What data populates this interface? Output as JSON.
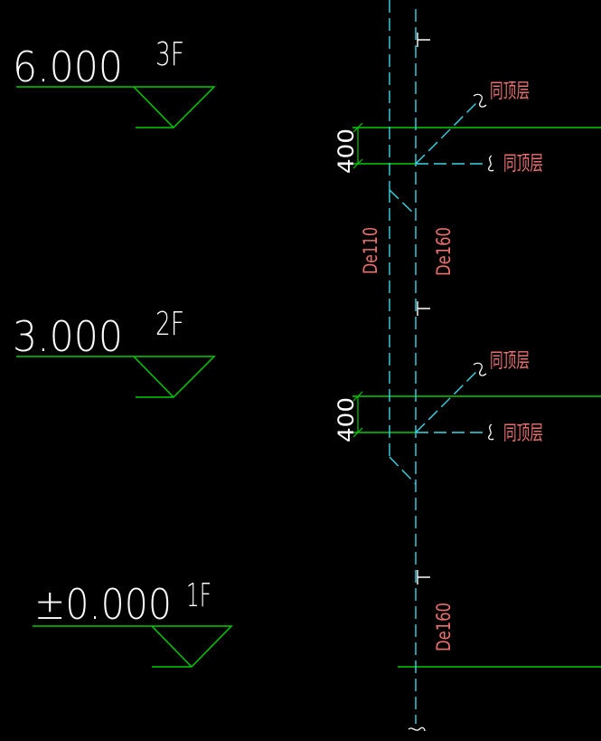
{
  "levels": [
    {
      "elevation": "6.000",
      "floor": "3F"
    },
    {
      "elevation": "3.000",
      "floor": "2F"
    },
    {
      "elevation": "±0.000",
      "floor": "1F"
    }
  ],
  "pipes": {
    "left_label": "De110",
    "right_label_upper": "De160",
    "right_label_lower": "De160"
  },
  "dimensions": {
    "upper": "400",
    "lower": "400"
  },
  "branch_notes": {
    "upper_diag": "同顶层",
    "upper_horiz": "同顶层",
    "lower_diag": "同顶层",
    "lower_horiz": "同顶层"
  },
  "colors": {
    "background": "#000000",
    "level_line": "#00cc00",
    "pipe": "#3ad7e6",
    "red_text": "#e8716f",
    "white_text": "#ffffff"
  }
}
